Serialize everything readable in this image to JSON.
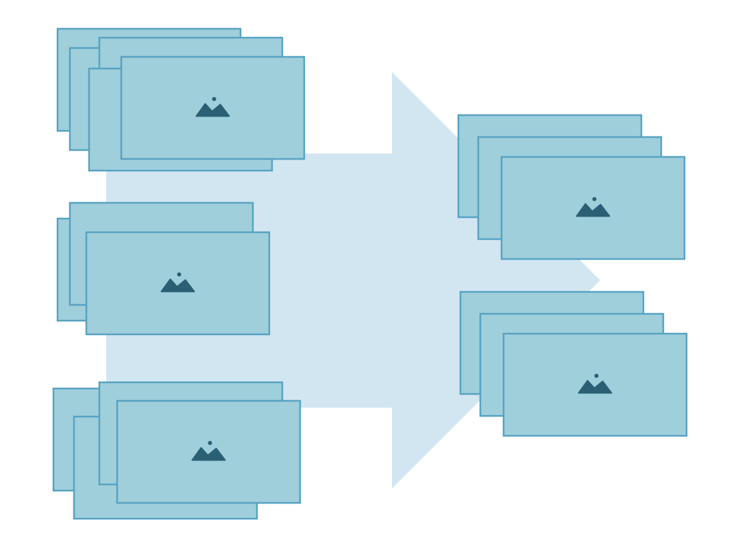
{
  "diagram": {
    "kind": "image-stacks-merge",
    "colors": {
      "background": "#ffffff",
      "arrow": "#d2e6f1",
      "card_fill": "#9fcfdb",
      "card_border": "#57a2c2",
      "icon": "#2a5f74"
    },
    "arrow": {
      "icon": "right-arrow-shape",
      "direction": "right"
    },
    "source_stacks": [
      {
        "name": "source-stack-1",
        "card_count": 5,
        "icon": "image-icon"
      },
      {
        "name": "source-stack-2",
        "card_count": 3,
        "icon": "image-icon"
      },
      {
        "name": "source-stack-3",
        "card_count": 4,
        "icon": "image-icon"
      }
    ],
    "target_stacks": [
      {
        "name": "target-stack-1",
        "card_count": 3,
        "icon": "image-icon"
      },
      {
        "name": "target-stack-2",
        "card_count": 3,
        "icon": "image-icon"
      }
    ]
  }
}
